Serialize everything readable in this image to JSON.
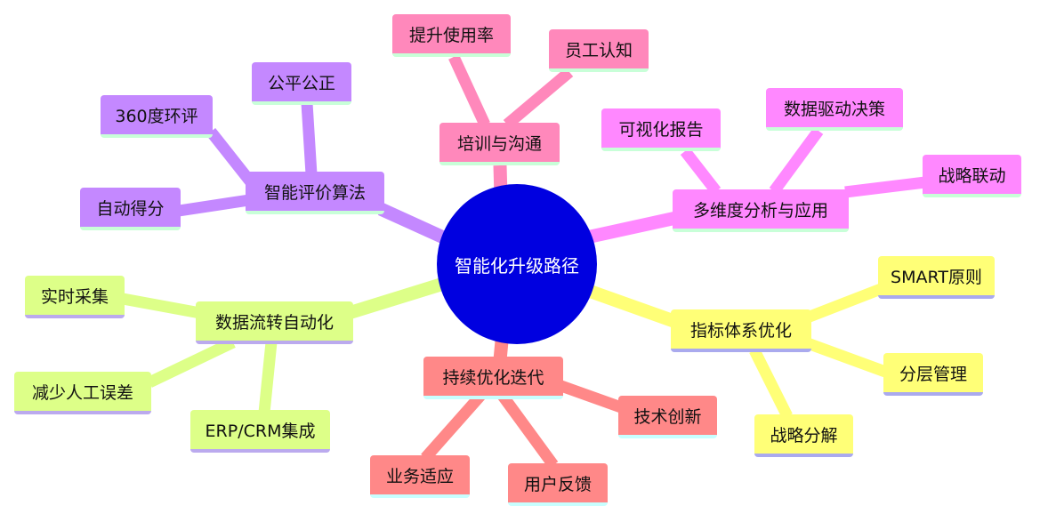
{
  "title": "智能化升级路径",
  "colors": {
    "center": "#0000e0",
    "pink": "#ff88bb",
    "magenta": "#ff88ff",
    "yellow": "#ffff77",
    "salmon": "#ff8888",
    "green": "#ddff88",
    "purple": "#c488ff"
  },
  "branches": [
    {
      "label": "培训与沟通",
      "children": [
        "提升使用率",
        "员工认知"
      ]
    },
    {
      "label": "多维度分析与应用",
      "children": [
        "可视化报告",
        "数据驱动决策",
        "战略联动"
      ]
    },
    {
      "label": "指标体系优化",
      "children": [
        "SMART原则",
        "分层管理",
        "战略分解"
      ]
    },
    {
      "label": "持续优化迭代",
      "children": [
        "技术创新",
        "业务适应",
        "用户反馈"
      ]
    },
    {
      "label": "数据流转自动化",
      "children": [
        "实时采集",
        "减少人工误差",
        "ERP/CRM集成"
      ]
    },
    {
      "label": "智能评价算法",
      "children": [
        "360度环评",
        "公平公正",
        "自动得分"
      ]
    }
  ]
}
